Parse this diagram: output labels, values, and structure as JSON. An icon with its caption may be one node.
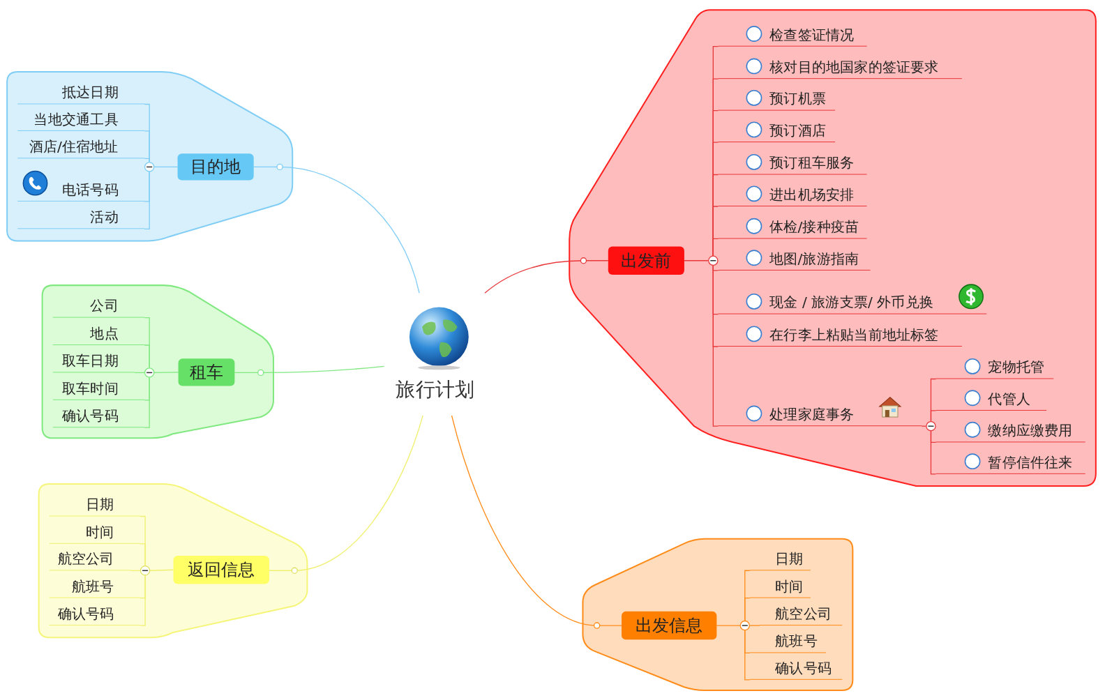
{
  "diagram": {
    "nodes": [
      {
        "text": [
          "旅行计划"
        ]
      },
      {
        "text": [
          "目的地"
        ]
      },
      {
        "text": [
          "抵达日期"
        ]
      },
      {
        "text": [
          "当地交通工具"
        ]
      },
      {
        "text": [
          "酒店/住宿地址"
        ]
      },
      {
        "text": [
          "电话号码"
        ]
      },
      {
        "text": [
          "活动"
        ]
      },
      {
        "text": [
          "租车"
        ]
      },
      {
        "text": [
          "公司"
        ]
      },
      {
        "text": [
          "地点"
        ]
      },
      {
        "text": [
          "取车日期"
        ]
      },
      {
        "text": [
          "取车时间"
        ]
      },
      {
        "text": [
          "确认号码"
        ]
      },
      {
        "text": [
          "返回信息"
        ]
      },
      {
        "text": [
          "日期"
        ]
      },
      {
        "text": [
          "时间"
        ]
      },
      {
        "text": [
          "航空公司"
        ]
      },
      {
        "text": [
          "航班号"
        ]
      },
      {
        "text": [
          "确认号码"
        ]
      },
      {
        "text": [
          "出发前"
        ]
      },
      {
        "text": [
          "检查签证情况"
        ]
      },
      {
        "text": [
          "核对目的地国家的签证要求"
        ]
      },
      {
        "text": [
          "预订机票"
        ]
      },
      {
        "text": [
          "预订酒店"
        ]
      },
      {
        "text": [
          "预订租车服务"
        ]
      },
      {
        "text": [
          "进出机场安排"
        ]
      },
      {
        "text": [
          "体检/接种疫苗"
        ]
      },
      {
        "text": [
          "地图/旅游指南"
        ]
      },
      {
        "text": [
          "现金 / 旅游支票/ 外币兑换"
        ]
      },
      {
        "text": [
          "在行李上粘贴当前地址标签"
        ]
      },
      {
        "text": [
          "处理家庭事务"
        ]
      },
      {
        "text": [
          "宠物托管"
        ]
      },
      {
        "text": [
          "代管人"
        ]
      },
      {
        "text": [
          "缴纳应缴费用"
        ]
      },
      {
        "text": [
          "暂停信件往来"
        ]
      },
      {
        "text": [
          "出发信息"
        ]
      },
      {
        "text": [
          "日期"
        ]
      },
      {
        "text": [
          "时间"
        ]
      },
      {
        "text": [
          "航空公司"
        ]
      },
      {
        "text": [
          "航班号"
        ]
      },
      {
        "text": [
          "确认号码"
        ]
      },
      {
        "text": [],
        "shape": "circle"
      },
      {
        "text": [],
        "shape": "circle"
      },
      {
        "text": [],
        "shape": "circle"
      },
      {
        "text": [],
        "shape": "circle"
      },
      {
        "text": [],
        "shape": "circle"
      },
      {
        "text": [],
        "shape": "circle"
      }
    ],
    "edges": [
      {
        "from": 0,
        "to": 1,
        "arrow": "none",
        "color": "#7fcdf5"
      },
      {
        "from": 0,
        "to": 7,
        "arrow": "none",
        "color": "#7fe87f"
      },
      {
        "from": 0,
        "to": 13,
        "arrow": "none",
        "color": "#f0f070"
      },
      {
        "from": 0,
        "to": 19,
        "arrow": "none",
        "color": "#e8383b"
      },
      {
        "from": 0,
        "to": 35,
        "arrow": "none",
        "color": "#ff8c1a"
      },
      {
        "from": 1,
        "to": 41,
        "arrow": "none",
        "color": "#7fcdf5"
      },
      {
        "from": 41,
        "to": 2,
        "arrow": "none",
        "color": "#7fcdf5"
      },
      {
        "from": 41,
        "to": 3,
        "arrow": "none",
        "color": "#7fcdf5"
      },
      {
        "from": 41,
        "to": 4,
        "arrow": "none",
        "color": "#7fcdf5"
      },
      {
        "from": 41,
        "to": 5,
        "arrow": "none",
        "color": "#7fcdf5"
      },
      {
        "from": 41,
        "to": 6,
        "arrow": "none",
        "color": "#7fcdf5"
      },
      {
        "from": 7,
        "to": 42,
        "arrow": "none",
        "color": "#7fe87f"
      },
      {
        "from": 42,
        "to": 8,
        "arrow": "none",
        "color": "#7fe87f"
      },
      {
        "from": 42,
        "to": 9,
        "arrow": "none",
        "color": "#7fe87f"
      },
      {
        "from": 42,
        "to": 10,
        "arrow": "none",
        "color": "#7fe87f"
      },
      {
        "from": 42,
        "to": 11,
        "arrow": "none",
        "color": "#7fe87f"
      },
      {
        "from": 42,
        "to": 12,
        "arrow": "none",
        "color": "#7fe87f"
      },
      {
        "from": 13,
        "to": 43,
        "arrow": "none",
        "color": "#f0f070"
      },
      {
        "from": 43,
        "to": 14,
        "arrow": "none",
        "color": "#f0f070"
      },
      {
        "from": 43,
        "to": 15,
        "arrow": "none",
        "color": "#f0f070"
      },
      {
        "from": 43,
        "to": 16,
        "arrow": "none",
        "color": "#f0f070"
      },
      {
        "from": 43,
        "to": 17,
        "arrow": "none",
        "color": "#f0f070"
      },
      {
        "from": 43,
        "to": 18,
        "arrow": "none",
        "color": "#f0f070"
      },
      {
        "from": 19,
        "to": 44,
        "arrow": "none",
        "color": "#e8383b"
      },
      {
        "from": 44,
        "to": 20,
        "arrow": "none",
        "color": "#e8383b"
      },
      {
        "from": 44,
        "to": 21,
        "arrow": "none",
        "color": "#e8383b"
      },
      {
        "from": 44,
        "to": 22,
        "arrow": "none",
        "color": "#e8383b"
      },
      {
        "from": 44,
        "to": 23,
        "arrow": "none",
        "color": "#e8383b"
      },
      {
        "from": 44,
        "to": 24,
        "arrow": "none",
        "color": "#e8383b"
      },
      {
        "from": 44,
        "to": 25,
        "arrow": "none",
        "color": "#e8383b"
      },
      {
        "from": 44,
        "to": 26,
        "arrow": "none",
        "color": "#e8383b"
      },
      {
        "from": 44,
        "to": 27,
        "arrow": "none",
        "color": "#e8383b"
      },
      {
        "from": 44,
        "to": 28,
        "arrow": "none",
        "color": "#e8383b"
      },
      {
        "from": 44,
        "to": 29,
        "arrow": "none",
        "color": "#e8383b"
      },
      {
        "from": 44,
        "to": 30,
        "arrow": "none",
        "color": "#e8383b"
      },
      {
        "from": 30,
        "to": 45,
        "arrow": "none",
        "color": "#e8383b"
      },
      {
        "from": 45,
        "to": 31,
        "arrow": "none",
        "color": "#e8383b"
      },
      {
        "from": 45,
        "to": 32,
        "arrow": "none",
        "color": "#e8383b"
      },
      {
        "from": 45,
        "to": 33,
        "arrow": "none",
        "color": "#e8383b"
      },
      {
        "from": 45,
        "to": 34,
        "arrow": "none",
        "color": "#e8383b"
      },
      {
        "from": 35,
        "to": 46,
        "arrow": "none",
        "color": "#ff8c1a"
      },
      {
        "from": 46,
        "to": 36,
        "arrow": "none",
        "color": "#ff8c1a"
      },
      {
        "from": 46,
        "to": 37,
        "arrow": "none",
        "color": "#ff8c1a"
      },
      {
        "from": 46,
        "to": 38,
        "arrow": "none",
        "color": "#ff8c1a"
      },
      {
        "from": 46,
        "to": 39,
        "arrow": "none",
        "color": "#ff8c1a"
      },
      {
        "from": 46,
        "to": 40,
        "arrow": "none",
        "color": "#ff8c1a"
      }
    ]
  }
}
